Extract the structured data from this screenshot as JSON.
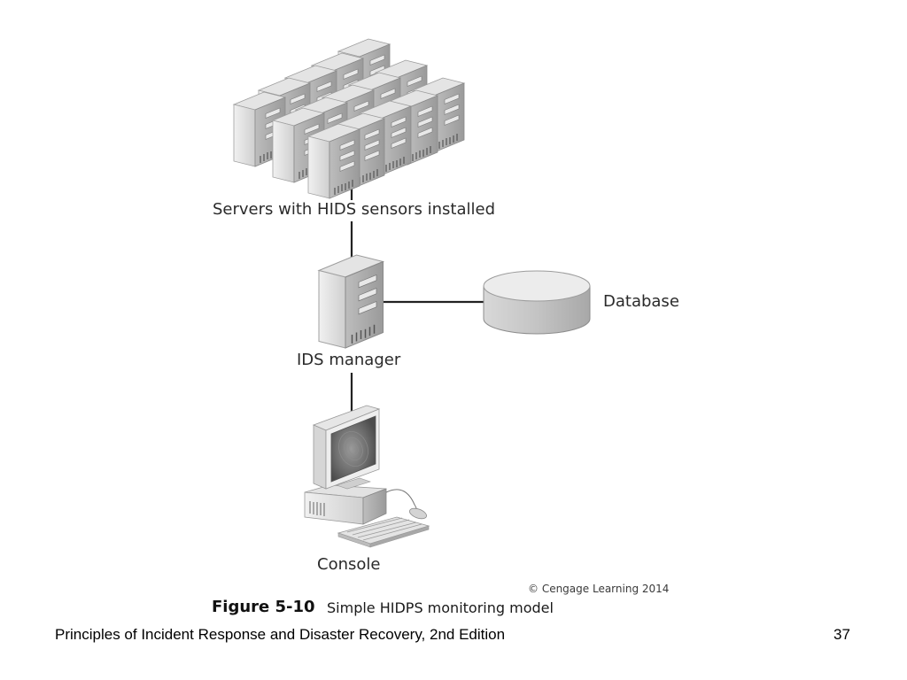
{
  "diagram": {
    "nodes": {
      "servers": {
        "label": "Servers with HIDS sensors installed",
        "icon": "server-cluster-icon"
      },
      "manager": {
        "label": "IDS manager",
        "icon": "server-icon"
      },
      "database": {
        "label": "Database",
        "icon": "database-icon"
      },
      "console": {
        "label": "Console",
        "icon": "workstation-icon"
      }
    },
    "edges": [
      {
        "from": "servers",
        "to": "manager"
      },
      {
        "from": "manager",
        "to": "database"
      },
      {
        "from": "manager",
        "to": "console"
      }
    ],
    "copyright": "© Cengage Learning 2014",
    "caption": {
      "number": "Figure 5-10",
      "title": "Simple HIDPS monitoring model"
    }
  },
  "footer": {
    "book_title": "Principles of Incident Response and Disaster Recovery, 2nd Edition",
    "page_number": "37"
  }
}
